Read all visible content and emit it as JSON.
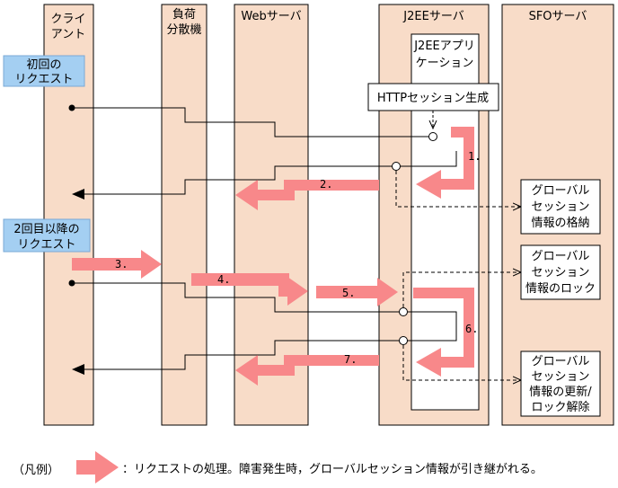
{
  "lanes": {
    "client": [
      "クライ",
      "アント"
    ],
    "lb": [
      "負荷",
      "分散機"
    ],
    "web": "Webサーバ",
    "j2ee": "J2EEサーバ",
    "sfo": "SFOサーバ"
  },
  "app_box": [
    "J2EEアプリ",
    "ケーション"
  ],
  "http_session": "HTTPセッション生成",
  "first_request": [
    "初回の",
    "リクエスト"
  ],
  "second_request": [
    "2回目以降の",
    "リクエスト"
  ],
  "steps": {
    "s1": "1.",
    "s2": "2.",
    "s3": "3.",
    "s4": "4.",
    "s5": "5.",
    "s6": "6.",
    "s7": "7."
  },
  "sfo_boxes": {
    "store": [
      "グローバル",
      "セッション",
      "情報の格納"
    ],
    "lock": [
      "グローバル",
      "セッション",
      "情報のロック"
    ],
    "update": [
      "グローバル",
      "セッション",
      "情報の更新/",
      "ロック解除"
    ]
  },
  "legend": {
    "title": "（凡例）",
    "text": "：リクエストの処理。障害発生時，グローバルセッション情報が引き継がれる。"
  },
  "colors": {
    "lane": "#f8dcc8",
    "arrow": "#f8888a",
    "request_box": "#a4cff2"
  }
}
